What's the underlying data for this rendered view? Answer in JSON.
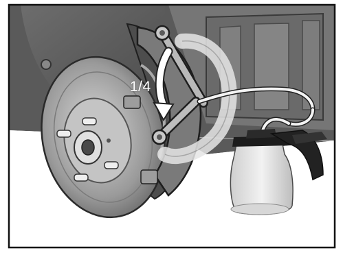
{
  "illustration": {
    "rotation_label": "1/4",
    "colors": {
      "frame": "#111111",
      "background": "#ffffff",
      "shadow_dark": "#3a3a3a",
      "arrow": "#ffffff"
    },
    "icons": [
      "brake-disc",
      "wheel-hub",
      "wrench",
      "bleeder-tube",
      "vacuum-pump"
    ]
  }
}
